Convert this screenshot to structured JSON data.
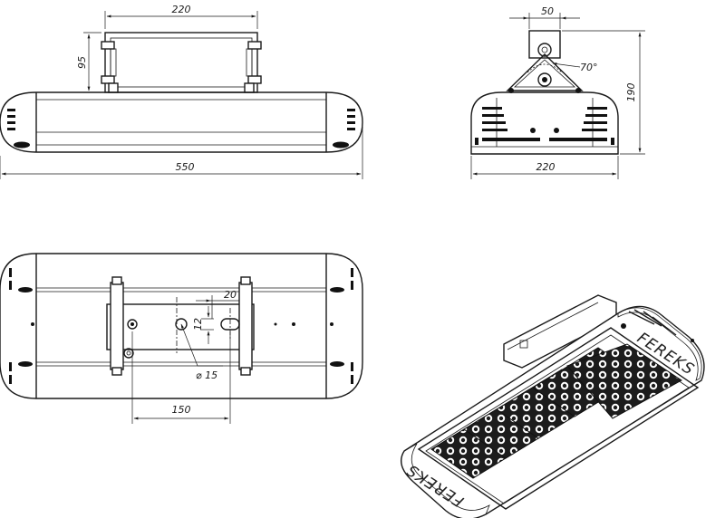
{
  "dimensions": {
    "top_width": "220",
    "top_height": "95",
    "overall_length": "550",
    "side_bracket": "50",
    "side_angle": "70°",
    "side_height": "190",
    "side_width": "220",
    "plan_slot": "20",
    "plan_offset": "12",
    "plan_hole": "⌀ 15",
    "plan_spacing": "150"
  },
  "logo": {
    "brand_top": "FEREKS",
    "brand_bottom": "FEREKS"
  }
}
